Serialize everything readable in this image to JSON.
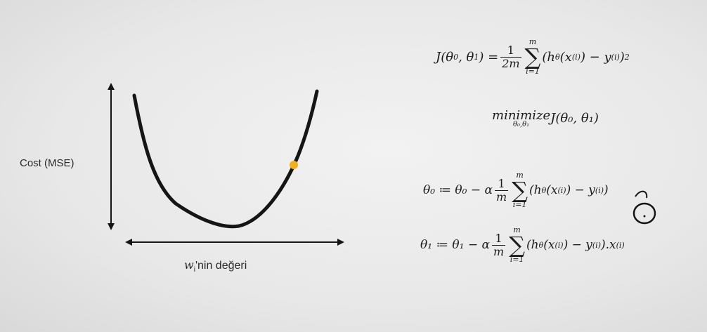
{
  "diagram": {
    "y_axis_label": "Cost (MSE)",
    "x_axis_label_var": "w",
    "x_axis_label_sub": "i",
    "x_axis_label_rest": "'nin değeri",
    "point_color": "#f0b020",
    "curve_color": "#151515"
  },
  "formulas": {
    "cost_lhs": "J(θ",
    "cost_lhs_rest": ", θ",
    "cost_lhs_close": ") =",
    "cost_frac_num": "1",
    "cost_frac_den": "2m",
    "sum_top": "m",
    "sum_symbol": "∑",
    "sum_bottom": "i=1",
    "cost_body": "(h",
    "cost_body_2": "(x",
    "cost_body_3": ") − y",
    "cost_body_4": ")",
    "theta_sub": "θ",
    "sup_i": "(i)",
    "square": "2",
    "sub0": "0",
    "sub1": "1",
    "minimize_text": "minimize",
    "minimize_under": "θ₀,θ₁",
    "minimize_rest": "J(θ₀, θ₁)",
    "update0_lhs": "θ₀ ≔ θ₀ − α",
    "update1_lhs": "θ₁ ≔ θ₁ − α",
    "update_frac_num": "1",
    "update_frac_den": "m",
    "update0_body": "(h",
    "update_body_x": "(x",
    "update_body_y": ") − y",
    "update0_tail": ")",
    "update1_tail": ").x"
  }
}
